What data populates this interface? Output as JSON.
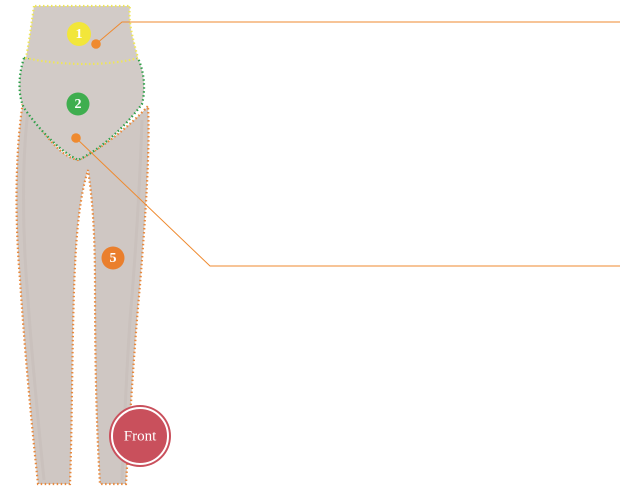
{
  "figure": {
    "zones": [
      {
        "id": "1",
        "color": "#f2e63a"
      },
      {
        "id": "2",
        "color": "#3fae4f"
      },
      {
        "id": "5",
        "color": "#ea7f2d"
      }
    ],
    "view_label": "Front",
    "colors": {
      "skin": "#cfc7c3",
      "skin_shadow": "#bfb7b2",
      "zone1_outline": "#efe65a",
      "zone2_outline": "#2f9f4a",
      "zone5_outline": "#e8893d",
      "callout_line": "#ef8a2f",
      "callout_dot": "#ef8a2f",
      "badge_fill": "#c9505c",
      "badge_ring": "#ffffff"
    }
  }
}
